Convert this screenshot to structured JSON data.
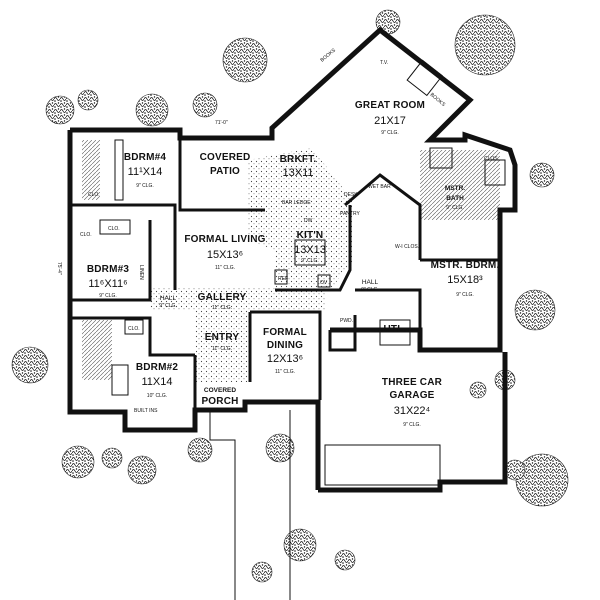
{
  "plan": {
    "rooms": {
      "great_room": {
        "name": "GREAT ROOM",
        "size": "21X17",
        "clg": "9\" CLG."
      },
      "bdrm4": {
        "name": "BDRM#4",
        "size": "11¹X14",
        "clg": "9\" CLG."
      },
      "covered_patio": {
        "name": "COVERED",
        "name2": "PATIO"
      },
      "brkft": {
        "name": "BRKFT.",
        "size": "13X11"
      },
      "kitch": {
        "name": "KIT'N",
        "size": "13X13",
        "clg": "9\" CLG."
      },
      "formal_living": {
        "name": "FORMAL LIVING",
        "size": "15X13⁶",
        "clg": "11\" CLG."
      },
      "bdrm3": {
        "name": "BDRM#3",
        "size": "11⁶X11⁶",
        "clg": "9\" CLG."
      },
      "gallery": {
        "name": "GALLERY",
        "clg": "11\" CLG."
      },
      "hall_left": {
        "name": "HALL",
        "clg": "9\" CLG."
      },
      "entry": {
        "name": "ENTRY",
        "clg": "11\" CLG."
      },
      "formal_dining": {
        "name": "FORMAL",
        "name2": "DINING",
        "size": "12X13⁶",
        "clg": "11\" CLG."
      },
      "bdrm2": {
        "name": "BDRM#2",
        "size": "11X14",
        "clg": "10\" CLG."
      },
      "covered_porch": {
        "name": "COVERED",
        "name2": "PORCH"
      },
      "mstr_bath": {
        "name": "MSTR.",
        "name2": "BATH",
        "clg": "9\" CLG."
      },
      "mstr_bdrm": {
        "name": "MSTR. BDRM.",
        "size": "15X18³",
        "clg": "9\" CLG."
      },
      "hall_right": {
        "name": "HALL",
        "clg": "9\" CLG."
      },
      "utl": {
        "name": "UTL."
      },
      "garage": {
        "name": "THREE CAR",
        "name2": "GARAGE",
        "size": "31X22⁴",
        "clg": "9\" CLG."
      }
    },
    "small_labels": {
      "clos_top_right": "CLOS.",
      "clos_bdrm4": "CLO.",
      "clos_bdrm3": "CLO.",
      "clos_bdrm2": "CLO.",
      "clos_bath": "CLO.",
      "linen": "LINEN",
      "built_ins": "BUILT INS",
      "bar_ledge": "BAR LEDGE",
      "dw": "DW",
      "ref": "REF",
      "ov": "OV",
      "pantry": "PANTRY",
      "desk": "DESK",
      "wet_bar": "WET BAR",
      "wi_clos": "W-I CLOS.",
      "pwdr": "PWD.",
      "books_left": "BOOKS",
      "books_right": "BOOKS",
      "tv": "T.V.",
      "dim_top": "71'-0\"",
      "dim_left": "75'-4\""
    }
  }
}
